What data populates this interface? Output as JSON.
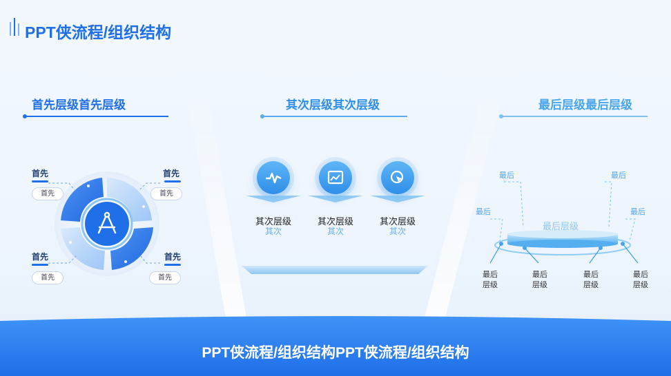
{
  "header": {
    "title": "PPT侠流程/组织结构"
  },
  "left": {
    "title": "首先层级首先层级",
    "heading": "首先",
    "pill": "首先",
    "colors": {
      "primary": "#1f6fe8",
      "light": "#8cc4f6"
    },
    "center_icon": "compass-icon"
  },
  "middle": {
    "title": "其次层级其次层级",
    "items": [
      {
        "icon": "pulse-icon",
        "label": "其次层级",
        "sub": "其次"
      },
      {
        "icon": "chart-icon",
        "label": "其次层级",
        "sub": "其次"
      },
      {
        "icon": "cursor-icon",
        "label": "其次层级",
        "sub": "其次"
      }
    ]
  },
  "right": {
    "title": "最后层级最后层级",
    "top_label": "最后",
    "platform_label": "最后层级",
    "bottom_items": [
      "最后\n层级",
      "最后\n层级",
      "最后\n层级",
      "最后\n层级"
    ]
  },
  "footer": {
    "text": "PPT侠流程/组织结构PPT侠流程/组织结构"
  }
}
